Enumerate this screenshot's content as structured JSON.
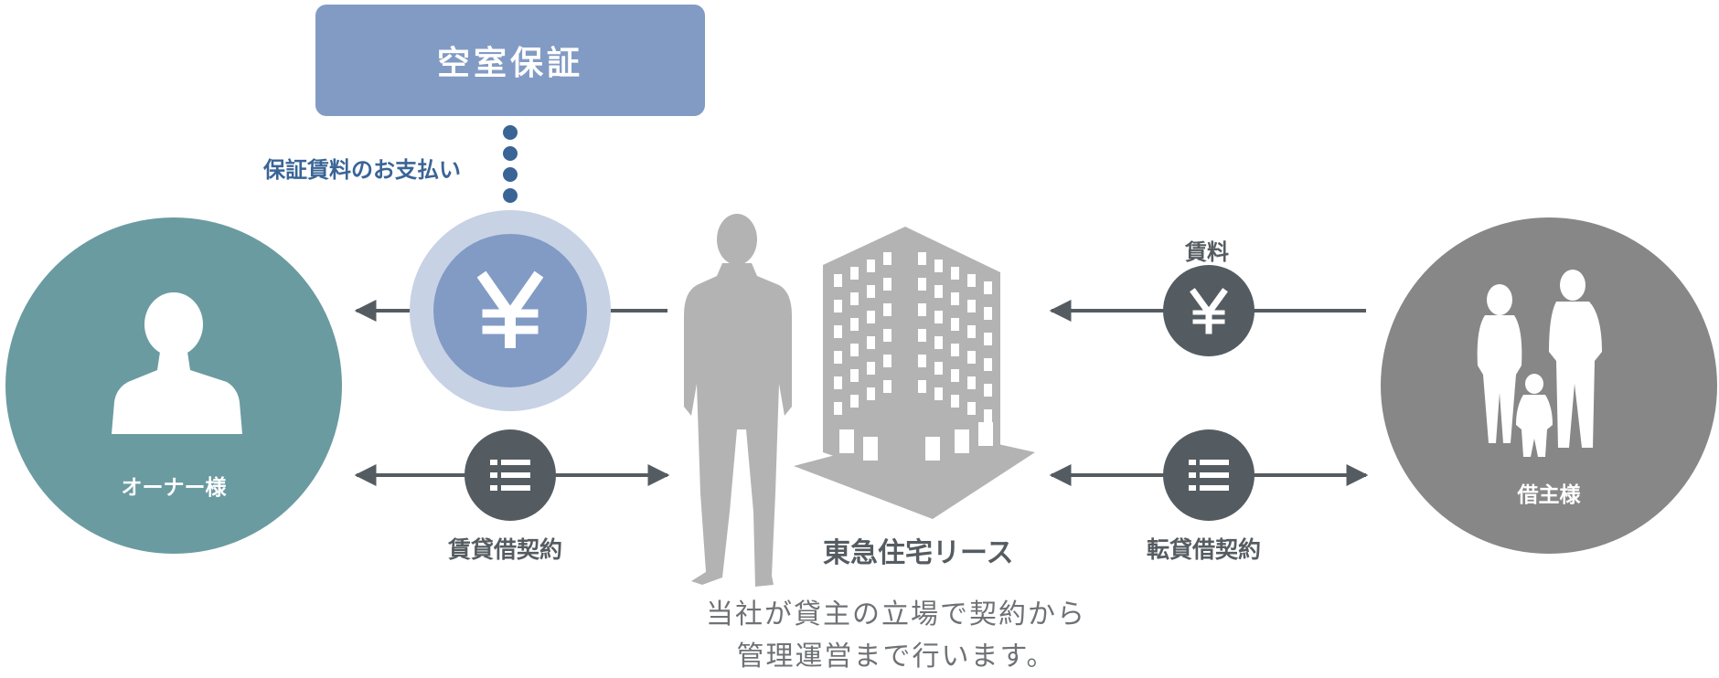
{
  "guarantee_box": {
    "label": "空室保証"
  },
  "guarantee_payment_label": "保証賃料のお支払い",
  "owner": {
    "label": "オーナー様"
  },
  "tenant": {
    "label": "借主様"
  },
  "company": {
    "label": "東急住宅リース"
  },
  "rent_label": "賃料",
  "lease_contract_label": "賃貸借契約",
  "sublease_contract_label": "転貸借契約",
  "description": {
    "line1": "当社が貸主の立場で契約から",
    "line2": "管理運営まで行います。"
  },
  "colors": {
    "owner_circle": "#6a9ba1",
    "tenant_circle": "#878787",
    "guarantee_box": "#829bc4",
    "yen_outer": "#c8d2e5",
    "yen_inner": "#829bc4",
    "dark_icon": "#545c62",
    "silhouette": "#b3b3b3",
    "dotted_line": "#3a6496",
    "arrow": "#545c62"
  },
  "icons": [
    "yen-icon",
    "document-list-icon",
    "person-icon",
    "building-icon",
    "family-icon",
    "businessman-icon"
  ]
}
